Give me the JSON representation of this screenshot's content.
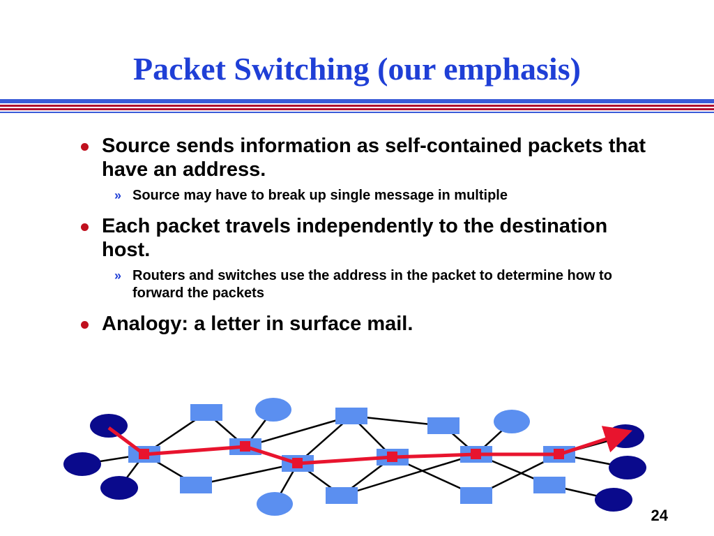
{
  "slide": {
    "title": "Packet Switching (our emphasis)",
    "page_number": "24"
  },
  "bullets": [
    {
      "text": "Source sends information as self-contained packets that have an address.",
      "sub": [
        "Source may have to break up single message in multiple"
      ]
    },
    {
      "text": "Each packet travels independently to the destination host.",
      "sub": [
        "Routers and switches use the address in the packet to determine how to forward the packets"
      ]
    },
    {
      "text": "Analogy: a letter in surface mail.",
      "sub": []
    }
  ],
  "colors": {
    "title": "#1f3fd6",
    "bullet_dot": "#c0101e",
    "sub_marker": "#1f3fd6",
    "router_fill": "#5b8ff0",
    "host_dark": "#0a0a8c",
    "host_light": "#5b8ff0",
    "packet_path": "#e8142e"
  },
  "sub_marker_glyph": "»"
}
